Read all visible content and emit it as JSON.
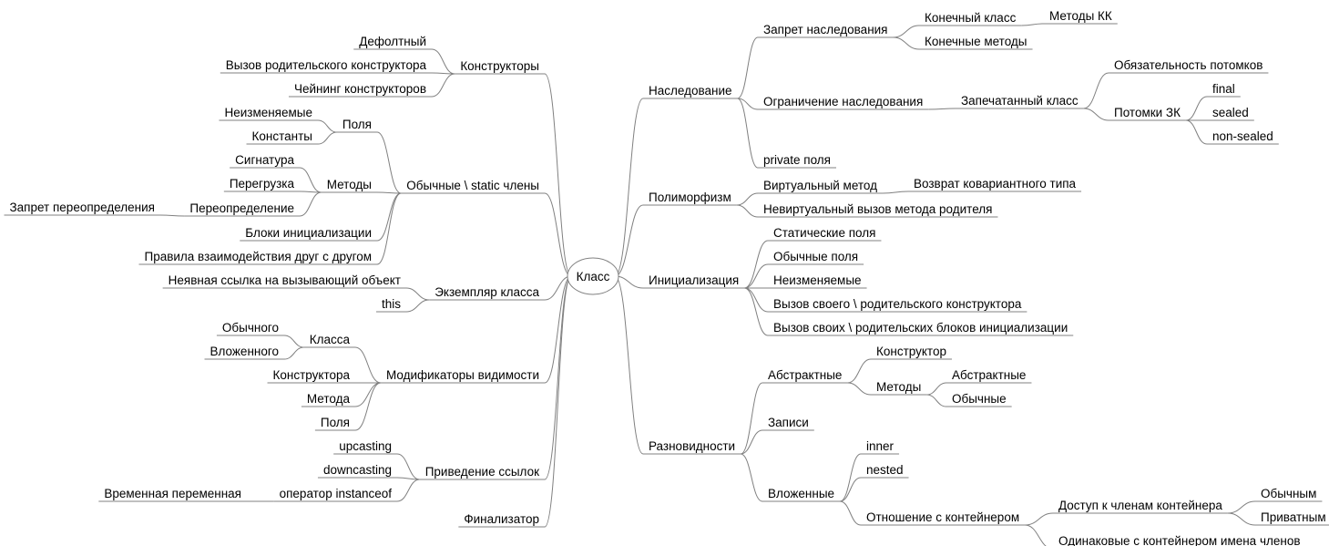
{
  "root": "Класс",
  "left": [
    {
      "label": "Конструкторы",
      "children": [
        {
          "label": "Дефолтный"
        },
        {
          "label": "Вызов родительского конструктора"
        },
        {
          "label": "Чейнинг конструкторов"
        }
      ]
    },
    {
      "label": "Обычные \\ static члены",
      "children": [
        {
          "label": "Поля",
          "children": [
            {
              "label": "Неизменяемые"
            },
            {
              "label": "Константы"
            }
          ]
        },
        {
          "label": "Методы",
          "children": [
            {
              "label": "Сигнатура"
            },
            {
              "label": "Перегрузка"
            },
            {
              "label": "Переопределение",
              "children": [
                {
                  "label": "Запрет переопределения"
                }
              ]
            }
          ]
        },
        {
          "label": "Блоки инициализации"
        },
        {
          "label": "Правила взаимодействия друг с другом"
        }
      ]
    },
    {
      "label": "Экземпляр класса",
      "children": [
        {
          "label": "Неявная ссылка на вызывающий объект"
        },
        {
          "label": "this"
        }
      ]
    },
    {
      "label": "Модификаторы видимости",
      "children": [
        {
          "label": "Класса",
          "children": [
            {
              "label": "Обычного"
            },
            {
              "label": "Вложенного"
            }
          ]
        },
        {
          "label": "Конструктора"
        },
        {
          "label": "Метода"
        },
        {
          "label": "Поля"
        }
      ]
    },
    {
      "label": "Приведение ссылок",
      "children": [
        {
          "label": "upcasting"
        },
        {
          "label": "downcasting"
        },
        {
          "label": "оператор instanceof",
          "children": [
            {
              "label": "Временная переменная"
            }
          ]
        }
      ]
    },
    {
      "label": "Финализатор"
    }
  ],
  "right": [
    {
      "label": "Наследование",
      "children": [
        {
          "label": "Запрет наследования",
          "children": [
            {
              "label": "Конечный класс",
              "children": [
                {
                  "label": "Методы КК"
                }
              ]
            },
            {
              "label": "Конечные методы"
            }
          ]
        },
        {
          "label": "Ограничение наследования",
          "children": [
            {
              "label": "Запечатанный класс",
              "children": [
                {
                  "label": "Обязательность потомков"
                },
                {
                  "label": "Потомки ЗК",
                  "children": [
                    {
                      "label": "final"
                    },
                    {
                      "label": "sealed"
                    },
                    {
                      "label": "non-sealed"
                    }
                  ]
                }
              ]
            }
          ]
        },
        {
          "label": "private поля"
        }
      ]
    },
    {
      "label": "Полиморфизм",
      "children": [
        {
          "label": "Виртуальный метод",
          "children": [
            {
              "label": "Возврат ковариантного типа"
            }
          ]
        },
        {
          "label": "Невиртуальный вызов метода родителя"
        }
      ]
    },
    {
      "label": "Инициализация",
      "children": [
        {
          "label": "Статические поля"
        },
        {
          "label": "Обычные поля"
        },
        {
          "label": "Неизменяемые"
        },
        {
          "label": "Вызов своего \\ родительского конструктора"
        },
        {
          "label": "Вызов своих \\ родительских блоков инициализации"
        }
      ]
    },
    {
      "label": "Разновидности",
      "children": [
        {
          "label": "Абстрактные",
          "children": [
            {
              "label": "Конструктор"
            },
            {
              "label": "Методы",
              "children": [
                {
                  "label": "Абстрактные"
                },
                {
                  "label": "Обычные"
                }
              ]
            }
          ]
        },
        {
          "label": "Записи"
        },
        {
          "label": "Вложенные",
          "children": [
            {
              "label": "inner"
            },
            {
              "label": "nested"
            },
            {
              "label": "Отношение с контейнером",
              "children": [
                {
                  "label": "Доступ к членам контейнера",
                  "children": [
                    {
                      "label": "Обычным"
                    },
                    {
                      "label": "Приватным"
                    }
                  ]
                },
                {
                  "label": "Одинаковые с контейнером имена членов"
                }
              ]
            }
          ]
        }
      ]
    }
  ]
}
